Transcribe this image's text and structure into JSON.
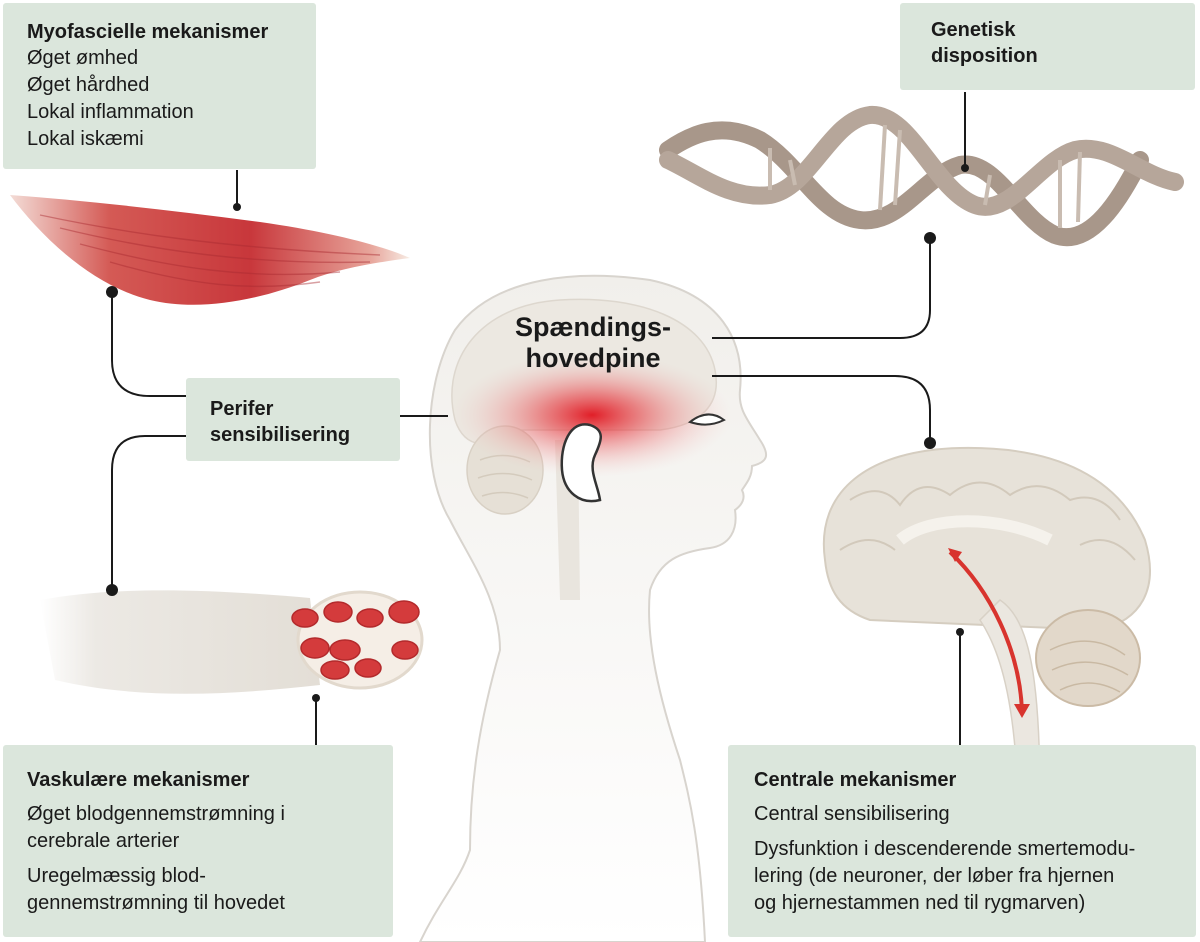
{
  "center": {
    "title_line1": "Spændings-",
    "title_line2": "hovedpine"
  },
  "myofascial": {
    "title": "Myofascielle mekanismer",
    "items": [
      "Øget ømhed",
      "Øget hårdhed",
      "Lokal inflammation",
      "Lokal iskæmi"
    ]
  },
  "genetic": {
    "title_line1": "Genetisk",
    "title_line2": "disposition"
  },
  "peripheral": {
    "title_line1": "Perifer",
    "title_line2": "sensibilisering"
  },
  "vascular": {
    "title": "Vaskulære mekanismer",
    "para1_line1": "Øget blodgennemstrømning i",
    "para1_line2": "cerebrale arterier",
    "para2_line1": "Uregelmæssig blod-",
    "para2_line2": "gennemstrømning til hovedet"
  },
  "central": {
    "title": "Centrale mekanismer",
    "para1": "Central sensibilisering",
    "para2_line1": "Dysfunktion i descenderende smertemodu-",
    "para2_line2": "lering (de neuroner, der løber fra hjernen",
    "para2_line3": "og hjernestammen ned til rygmarven)"
  },
  "colors": {
    "box_fill": "#dbe6dc",
    "muscle": "#c43a3e",
    "dna": "#a8978a",
    "brain": "#e6e1d8",
    "pain_red": "#e0141e"
  },
  "icons": [
    "muscle-illustration",
    "dna-helix-illustration",
    "head-profile-illustration",
    "blood-vessel-illustration",
    "brain-section-illustration"
  ]
}
